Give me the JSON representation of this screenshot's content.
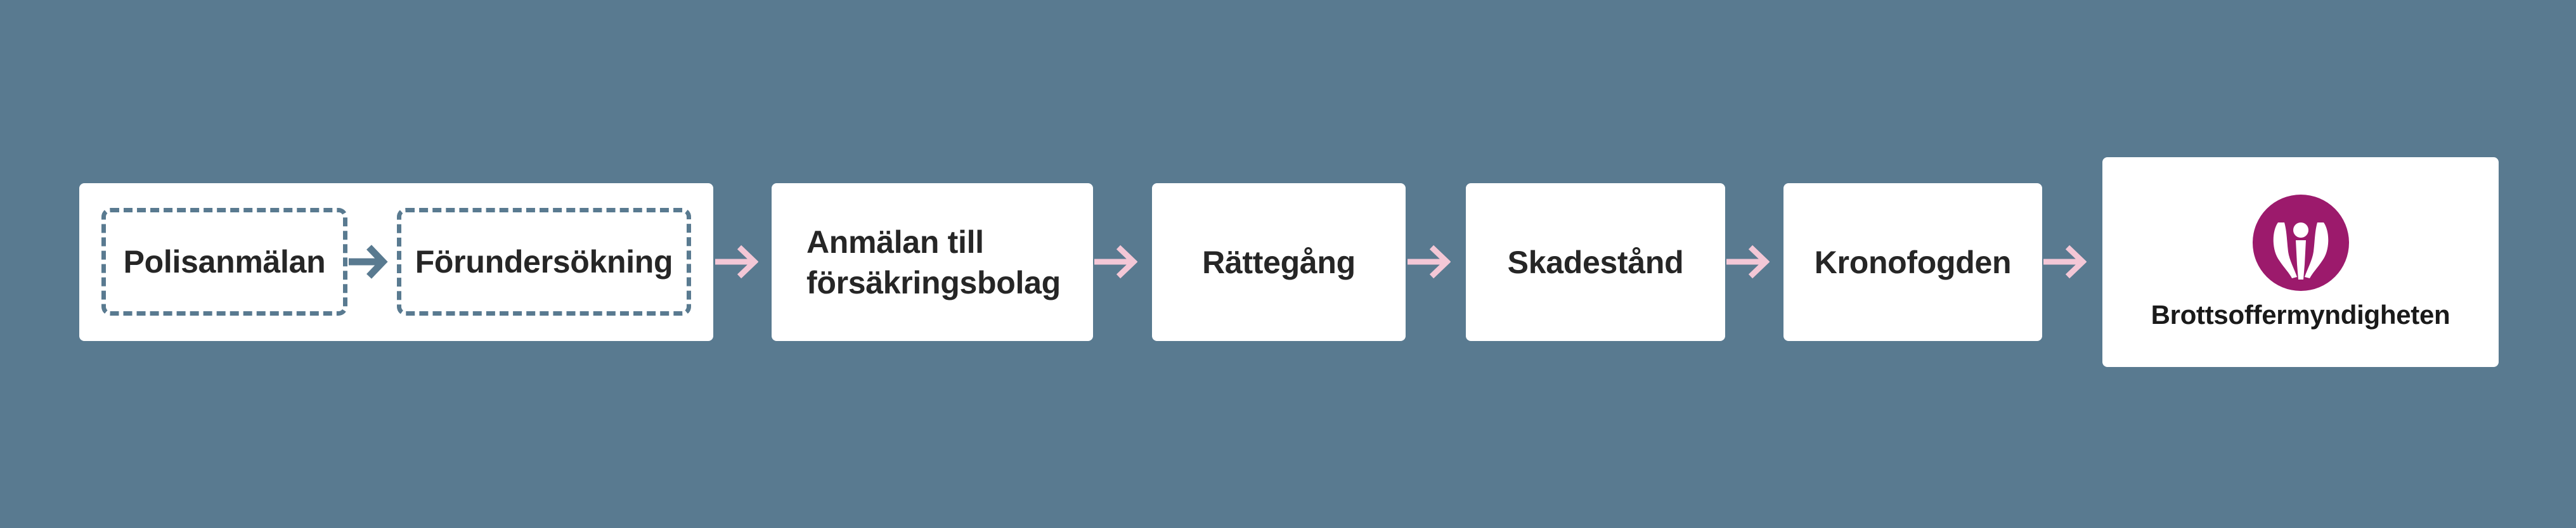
{
  "colors": {
    "background": "#597a90",
    "box": "#ffffff",
    "text": "#262626",
    "arrow_pink": "#f3c7d6",
    "arrow_blue": "#597a90",
    "logo": "#9c1a6c"
  },
  "steps": {
    "polisanmalan": "Polisanmälan",
    "forundersokning": "Förundersökning",
    "anmalan_line1": "Anmälan till",
    "anmalan_line2": "försäkringsbolag",
    "rattegang": "Rättegång",
    "skadestand": "Skadestånd",
    "kronofogden": "Kronofogden"
  },
  "logo": {
    "icon": "brottsoffermyndigheten-logo-icon",
    "name": "Brottsoffermyndigheten"
  }
}
